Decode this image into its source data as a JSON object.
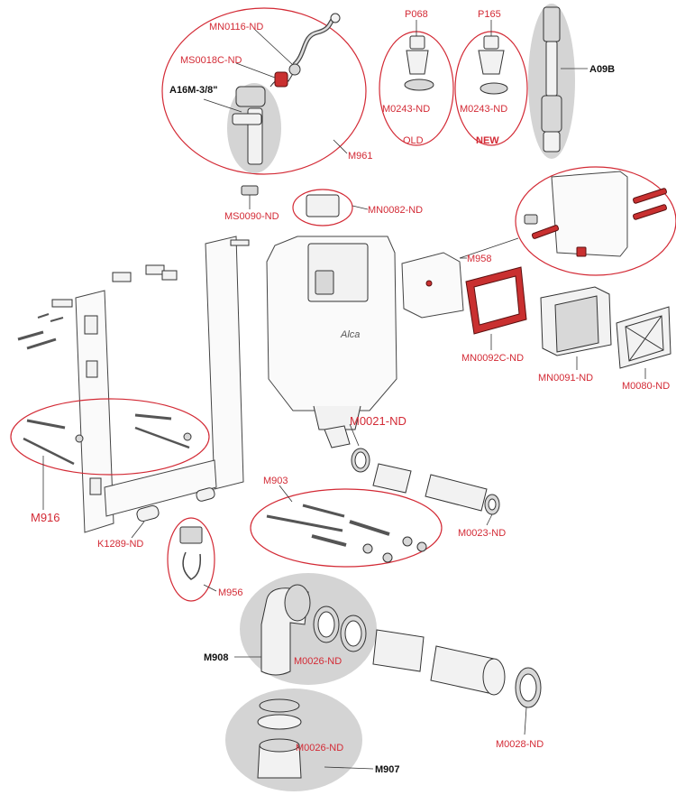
{
  "brand": "Alca",
  "labels": {
    "mn0116": "MN0116-ND",
    "ms0018c": "MS0018C-ND",
    "a16m": "A16M-3/8\"",
    "m961": "M961",
    "p068": "P068",
    "p165": "P165",
    "m0243_old": "M0243-ND",
    "m0243_new": "M0243-ND",
    "old": "OLD",
    "new": "NEW",
    "a09b": "A09B",
    "ms0090": "MS0090-ND",
    "mn0082": "MN0082-ND",
    "m958": "M958",
    "mn0092c": "MN0092C-ND",
    "mn0091": "MN0091-ND",
    "m0080": "M0080-ND",
    "m0021": "M0021-ND",
    "m903": "M903",
    "m0023": "M0023-ND",
    "m916": "M916",
    "k1289": "K1289-ND",
    "m956": "M956",
    "m908": "M908",
    "m0026_a": "M0026-ND",
    "m0028": "M0028-ND",
    "m0026_b": "M0026-ND",
    "m907": "M907"
  },
  "colors": {
    "label_red": "#d32a35",
    "label_black": "#111111",
    "highlight_grey": "#d4d4d4"
  }
}
